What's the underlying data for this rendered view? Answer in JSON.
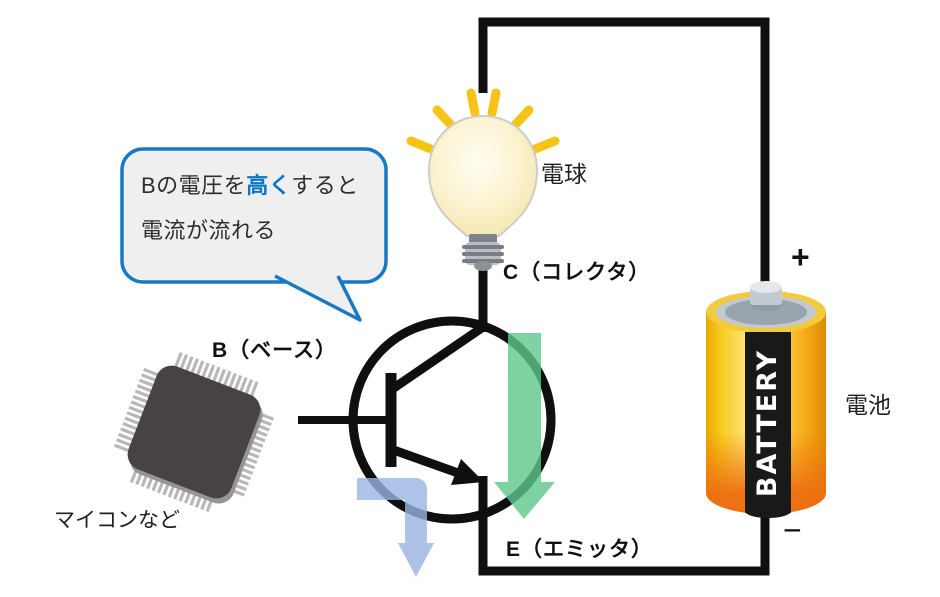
{
  "callout": {
    "line1_pre": "Bの電圧を",
    "line1_highlight": "高く",
    "line1_post": "すると",
    "line2": "電流が流れる"
  },
  "labels": {
    "base": "B（ベース）",
    "collector": "C（コレクタ）",
    "emitter": "E（エミッタ）",
    "bulb": "電球",
    "battery": "電池",
    "microcontroller": "マイコンなど",
    "plus": "+",
    "minus": "−"
  },
  "battery": {
    "brand_text": "BATTERY"
  },
  "colors": {
    "wire": "#0f0f0f",
    "callout_border": "#1779c4",
    "callout_fill": "#efefef",
    "highlight_text": "#0b76c5",
    "collector_arrow_green": "#5ec88b",
    "base_arrow_blue": "#9ab4e2",
    "ray_yellow": "#f5c417",
    "battery_yellow": "#ffd23e",
    "battery_orange": "#ed6d12"
  }
}
